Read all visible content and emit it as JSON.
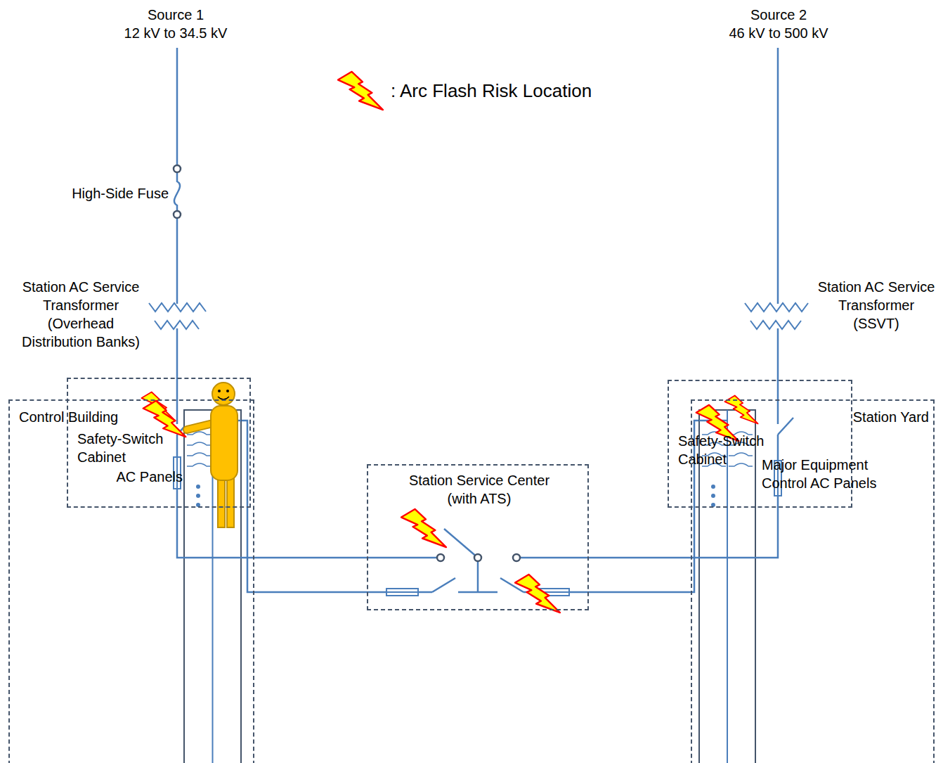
{
  "diagram": {
    "nodes": [
      {
        "text": [
          "Safety-Switch Cabinet"
        ]
      },
      {
        "text": [
          "Safety-Switch Cabinet"
        ]
      },
      {
        "text": [
          "Station Service Center (with ATS)"
        ]
      },
      {
        "text": [
          "Control Building",
          "AC Panels"
        ]
      },
      {
        "text": [
          "Station Yard",
          "Major Equipment Control AC Panels"
        ]
      }
    ],
    "edges": [
      {
        "from": 0,
        "to": 2,
        "arrow": "none"
      },
      {
        "from": 1,
        "to": 2,
        "arrow": "none"
      },
      {
        "from": 2,
        "to": 3,
        "arrow": "none"
      },
      {
        "from": 2,
        "to": 4,
        "arrow": "none"
      }
    ],
    "labels": [
      "Source 1",
      "12 kV to 34.5 kV",
      "Source 2",
      "46 kV to 500 kV",
      "High-Side Fuse",
      "Station AC Service Transformer (Overhead Distribution Banks)",
      "Station AC Service Transformer (SSVT)"
    ],
    "legend": [
      {
        "text": ": Arc Flash Risk Location"
      }
    ]
  }
}
